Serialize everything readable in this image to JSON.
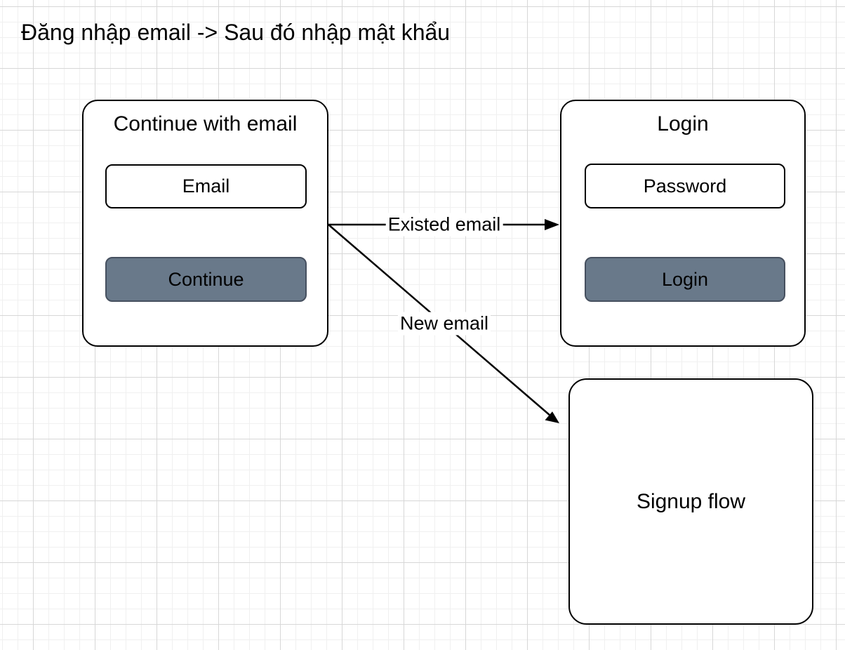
{
  "page": {
    "title": "Đăng nhập email -> Sau đó nhập mật khẩu"
  },
  "colors": {
    "background": "#ffffff",
    "grid_minor": "#f0f0f0",
    "grid_major": "#d7d7d7",
    "node_fill": "#ffffff",
    "node_stroke": "#000000",
    "button_fill": "#69798a",
    "button_stroke": "#46505f",
    "edge_stroke": "#000000"
  },
  "nodes": {
    "continue_with_email": {
      "title": "Continue with email",
      "email_field": "Email",
      "continue_button": "Continue"
    },
    "login": {
      "title": "Login",
      "password_field": "Password",
      "login_button": "Login"
    },
    "signup": {
      "title": "Signup flow"
    }
  },
  "edges": {
    "existed_email": {
      "label": "Existed email"
    },
    "new_email": {
      "label": "New email"
    }
  }
}
